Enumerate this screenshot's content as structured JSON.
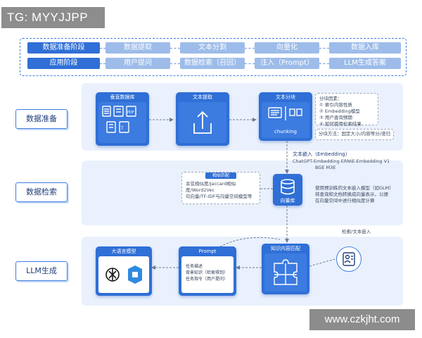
{
  "watermark_top": "TG: MYYJJPP",
  "watermark_bottom": "www.czkjht.com",
  "pipeline": {
    "row1": {
      "stage": "数据准备阶段",
      "steps": [
        "数据提取",
        "文本分割",
        "向量化",
        "数据入库"
      ]
    },
    "row2": {
      "stage": "应用阶段",
      "steps": [
        "用户提问",
        "数据检索（召回）",
        "注入（Prompt）",
        "LLM生成答案"
      ]
    }
  },
  "row_labels": [
    "数据准备",
    "数据检索",
    "LLM生成"
  ],
  "prep": {
    "vertical_db": "垂直数据库",
    "text_extract": "文本提取",
    "text_chunk": "文本分块",
    "chunking_label": "chunking",
    "chunk_factors": [
      "分块因素：",
      "① 索引内容性质",
      "② Embedding模型",
      "③ 用户查询预期",
      "④ 如何使用检索结果"
    ],
    "chunk_method": "分块方法：固定大小/内容等分/递归"
  },
  "embedding": {
    "title": "文本嵌入（Embedding）",
    "models_line1": "ChatGPT-Embedding    ERNIE-Embedding V1",
    "models_line2": "BGE    M3E"
  },
  "retrieval": {
    "similarity_title": "相似匹配",
    "similarity_text": [
      "余弦相似度/Jaccard相似度/Word2Vec",
      "句向量/TF-IDF与向量空间模型等"
    ],
    "vector_db": "向量库",
    "vector_note": [
      "使用预训练的文本嵌入模型（如GLM）",
      "将查询和文档转换成向量表示，以便",
      "在向量空间中进行相似度计算"
    ],
    "search_label": "检索/文本嵌入"
  },
  "generation": {
    "llm": "大语言模型",
    "prompt": "Prompt",
    "prompt_lines": [
      "任务描述",
      "背景知识（检索得到）",
      "任务指令（用户提问）"
    ],
    "knowledge_match": "知识内容匹配"
  }
}
